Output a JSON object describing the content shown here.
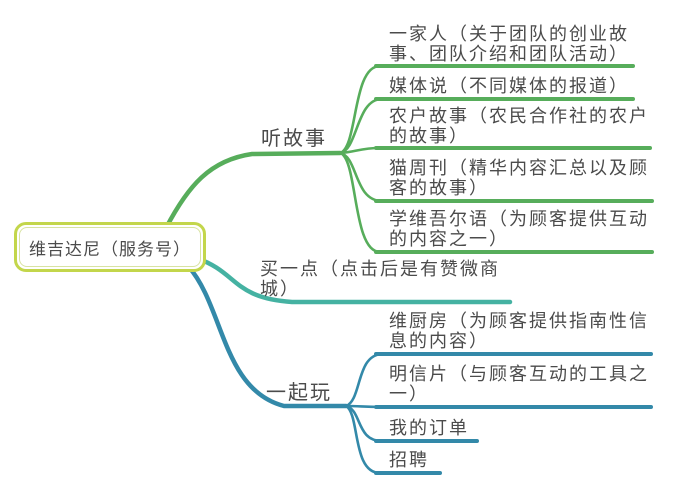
{
  "root": {
    "label": "维吉达尼（服务号）"
  },
  "branches": [
    {
      "label": "听故事",
      "color": "#57ad5b",
      "children": [
        {
          "label": "一家人（关于团队的创业故事、团队介绍和团队活动）"
        },
        {
          "label": "媒体说（不同媒体的报道）"
        },
        {
          "label": "农户故事（农民合作社的农户的故事）"
        },
        {
          "label": "猫周刊（精华内容汇总以及顾客的故事）"
        },
        {
          "label": "学维吾尔语（为顾客提供互动的内容之一）"
        }
      ]
    },
    {
      "label": "买一点（点击后是有赞微商城）",
      "color": "#45b2a2",
      "children": []
    },
    {
      "label": "一起玩",
      "color": "#3389a9",
      "children": [
        {
          "label": "维厨房（为顾客提供指南性信息的内容）"
        },
        {
          "label": "明信片（与顾客互动的工具之一）"
        },
        {
          "label": "我的订单"
        },
        {
          "label": "招聘"
        }
      ]
    }
  ],
  "colors": {
    "branch_green": "#57ad5b",
    "branch_teal": "#45b2a2",
    "branch_blue": "#3389a9",
    "root_border": "#c3d64b",
    "text": "#4b4b4b",
    "background": "#ffffff"
  }
}
